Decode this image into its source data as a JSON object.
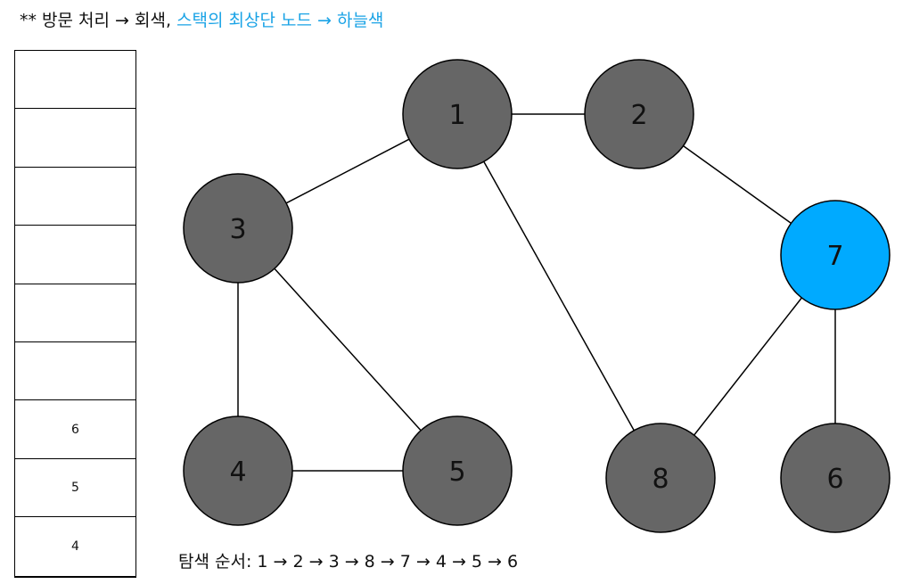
{
  "legend": {
    "prefix": "** 방문 처리 → 회색, ",
    "highlight": "스택의 최상단 노드 → 하늘색"
  },
  "colors": {
    "visited": "#666666",
    "top": "#00aaff",
    "highlight_text": "#1aa3e6",
    "edge": "#000000"
  },
  "stack": {
    "cells": [
      "",
      "",
      "",
      "",
      "",
      "",
      "6",
      "5",
      "4"
    ]
  },
  "graph": {
    "nodes": [
      {
        "id": "1",
        "state": "visited"
      },
      {
        "id": "2",
        "state": "visited"
      },
      {
        "id": "3",
        "state": "visited"
      },
      {
        "id": "4",
        "state": "visited"
      },
      {
        "id": "5",
        "state": "visited"
      },
      {
        "id": "6",
        "state": "visited"
      },
      {
        "id": "7",
        "state": "top"
      },
      {
        "id": "8",
        "state": "visited"
      }
    ],
    "edges": [
      [
        "1",
        "2"
      ],
      [
        "1",
        "3"
      ],
      [
        "1",
        "8"
      ],
      [
        "2",
        "7"
      ],
      [
        "3",
        "4"
      ],
      [
        "3",
        "5"
      ],
      [
        "4",
        "5"
      ],
      [
        "7",
        "6"
      ],
      [
        "7",
        "8"
      ]
    ]
  },
  "search_order": "탐색 순서: 1 → 2 → 3 → 8 → 7 → 4 → 5 → 6"
}
